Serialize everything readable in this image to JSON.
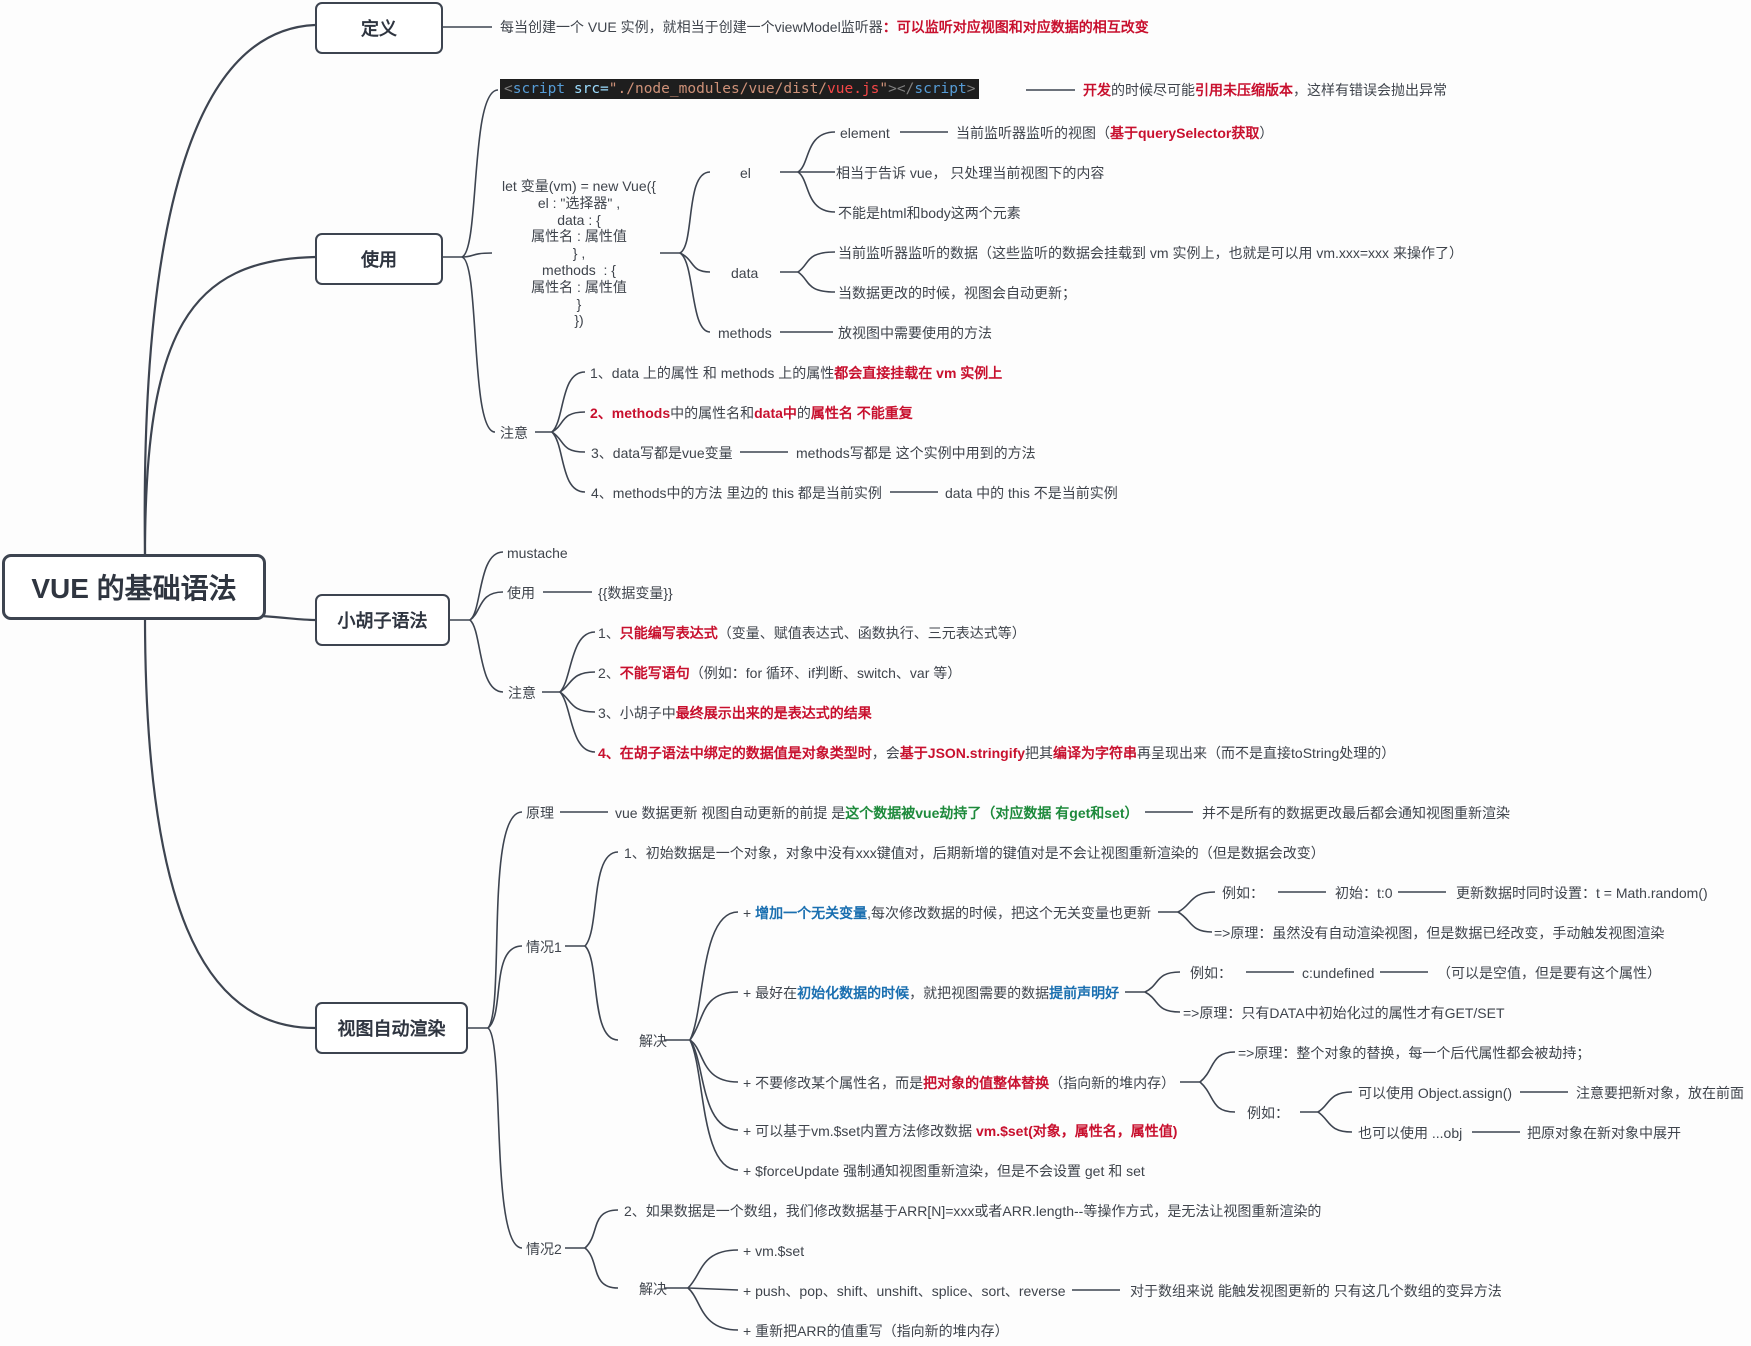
{
  "root": "VUE 的基础语法",
  "definition": {
    "title": "定义",
    "text_a": "每当创建一个 VUE 实例，就相当于创建一个viewModel监听器",
    "text_b": "：可以监听对应视图和对应数据的相互改变"
  },
  "usage": {
    "title": "使用",
    "code": {
      "lt": "<",
      "tag": "script",
      "attr": " src=",
      "str_a": "\"./node_modules/vue/dist/",
      "red": "vue.js",
      "str_b": "\"",
      "close": "></",
      "tag2": "script",
      "gt": ">"
    },
    "code_note": {
      "b1": "开发",
      "n1": "的时候尽可能",
      "b2": "引用未压缩版本",
      "n2": "，这样有错误会抛出异常"
    },
    "snippet": "let 变量(vm) = new Vue({\nel : \"选择器\" ,\ndata : {\n属性名 : 属性值\n} ,\nmethods  : {\n属性名 : 属性值\n}\n})",
    "el": {
      "label": "el",
      "element": "element",
      "element_desc_a": "当前监听器监听的视图（",
      "element_desc_b": "基于querySelector获取",
      "element_desc_c": "）",
      "tell": "相当于告诉 vue， 只处理当前视图下的内容",
      "no_html": "不能是html和body这两个元素"
    },
    "data": {
      "label": "data",
      "desc1": "当前监听器监听的数据（这些监听的数据会挂载到 vm 实例上，也就是可以用 vm.xxx=xxx 来操作了）",
      "desc2": "当数据更改的时候，视图会自动更新；"
    },
    "methods": {
      "label": "methods",
      "desc": "放视图中需要使用的方法"
    },
    "notes": {
      "label": "注意",
      "n1a": "1、data 上的属性 和 methods 上的属性",
      "n1b": "都会直接挂载在 vm 实例上",
      "n2a": "2、methods",
      "n2b": "中的属性名和",
      "n2c": "data中",
      "n2d": "的",
      "n2e": "属性名 不能重复",
      "n3": "3、data写都是vue变量",
      "n3x": "methods写都是 这个实例中用到的方法",
      "n4": "4、methods中的方法 里边的 this 都是当前实例",
      "n4x": "data 中的 this 不是当前实例"
    }
  },
  "mustache": {
    "title": "小胡子语法",
    "m1": "mustache",
    "use": "使用",
    "use_x": "{{数据变量}}",
    "note": "注意",
    "n1a": "1、",
    "n1b": "只能编写表达式",
    "n1c": "（变量、赋值表达式、函数执行、三元表达式等）",
    "n2a": "2、",
    "n2b": "不能写语句",
    "n2c": "（例如：for 循环、if判断、switch、var 等）",
    "n3a": "3、小胡子中",
    "n3b": "最终展示出来的是表达式的结果",
    "n4a": "4、在胡子语法中绑定的数据值是对象类型时",
    "n4b": "，会",
    "n4c": "基于JSON.stringify",
    "n4d": "把其",
    "n4e": "编译为字符串",
    "n4f": "再呈现出来（而不是直接toString处理的）"
  },
  "render": {
    "title": "视图自动渲染",
    "principle": "原理",
    "p_a": "vue 数据更新 视图自动更新的前提 是",
    "p_b": "这个数据被vue劫持了（对应数据 有get和set）",
    "p_x": "并不是所有的数据更改最后都会通知视图重新渲染",
    "case1": "情况1",
    "c1_desc": "1、初始数据是一个对象，对象中没有xxx键值对，后期新增的键值对是不会让视图重新渲染的（但是数据会改变）",
    "solve": "解决",
    "s1a": "+ ",
    "s1b": "增加一个无关变量",
    "s1c": ",每次修改数据的时候，把这个无关变量也更新",
    "s1_eg": "例如：",
    "s1_eg1": "初始：t:0",
    "s1_eg2": "更新数据时同时设置：t = Math.random()",
    "s1_p": "=>原理：虽然没有自动渲染视图，但是数据已经改变，手动触发视图渲染",
    "s2a": "+ 最好在",
    "s2b": "初始化数据的时候",
    "s2c": "，就把视图需要的数据",
    "s2d": "提前声明好",
    "s2_eg": "例如：",
    "s2_eg1": "c:undefined",
    "s2_eg2": "（可以是空值，但是要有这个属性）",
    "s2_p": "=>原理：只有DATA中初始化过的属性才有GET/SET",
    "s3a": "+ 不要修改某个属性名，而是",
    "s3b": "把对象的值整体替换",
    "s3c": "（指向新的堆内存）",
    "s3_p": "=>原理：整个对象的替换，每一个后代属性都会被劫持；",
    "s3_eg": "例如：",
    "s3_eg1": "可以使用 Object.assign()",
    "s3_eg1x": "注意要把新对象，放在前面",
    "s3_eg2": "也可以使用 ...obj",
    "s3_eg2x": "把原对象在新对象中展开",
    "s4a": "+ 可以基于vm.$set内置方法修改数据 ",
    "s4b": "vm.$set(对象，属性名，属性值)",
    "s5": "+ $forceUpdate 强制通知视图重新渲染，但是不会设置 get 和 set",
    "case2": "情况2",
    "c2_desc": "2、如果数据是一个数组，我们修改数据基于ARR[N]=xxx或者ARR.length--等操作方式，是无法让视图重新渲染的",
    "solve2": "解决",
    "t1": "+ vm.$set",
    "t2": "+ push、pop、shift、unshift、splice、sort、reverse",
    "t2x": "对于数组来说 能触发视图更新的 只有这几个数组的变异方法",
    "t3": "+ 重新把ARR的值重写（指向新的堆内存）"
  }
}
